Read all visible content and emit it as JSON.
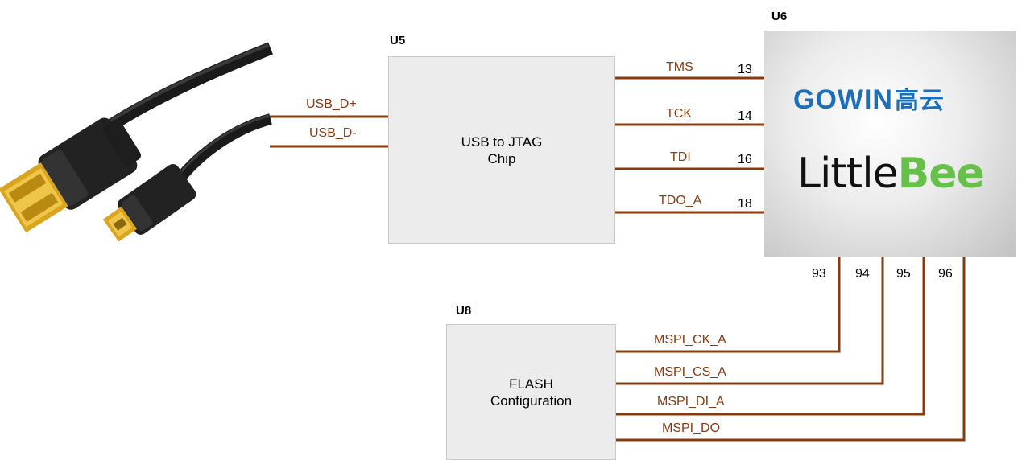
{
  "u5": {
    "ref": "U5",
    "line1": "USB to JTAG",
    "line2": "Chip"
  },
  "u6": {
    "ref": "U6",
    "brand": "GOWIN",
    "brand_cn": "高云",
    "product_a": "Little",
    "product_b": "Bee"
  },
  "u8": {
    "ref": "U8",
    "line1": "FLASH",
    "line2": "Configuration"
  },
  "usb_signals": [
    "USB_D+",
    "USB_D-"
  ],
  "jtag_signals": [
    {
      "name": "TMS",
      "pin": "13"
    },
    {
      "name": "TCK",
      "pin": "14"
    },
    {
      "name": "TDI",
      "pin": "16"
    },
    {
      "name": "TDO_A",
      "pin": "18"
    }
  ],
  "spi_signals": [
    {
      "name": "MSPI_CK_A",
      "pin": "93"
    },
    {
      "name": "MSPI_CS_A",
      "pin": "94"
    },
    {
      "name": "MSPI_DI_A",
      "pin": "95"
    },
    {
      "name": "MSPI_DO",
      "pin": "96"
    }
  ],
  "colors": {
    "wire": "#8b3a0e",
    "box": "#ececec",
    "gowin": "#1d6fb8",
    "bee": "#66c04a"
  }
}
